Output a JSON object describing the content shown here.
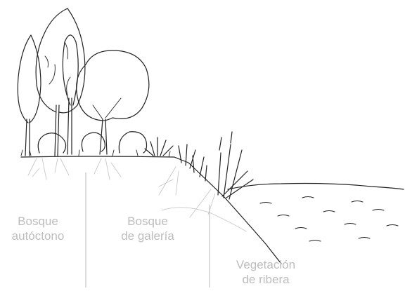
{
  "diagram": {
    "zones": [
      {
        "id": "bosque-autoctono",
        "lines": [
          "Bosque",
          "autóctono"
        ]
      },
      {
        "id": "bosque-galeria",
        "lines": [
          "Bosque",
          "de galería"
        ]
      },
      {
        "id": "vegetacion-ribera",
        "lines": [
          "Vegetación",
          "de ribera"
        ]
      }
    ],
    "colors": {
      "ink": "#222222",
      "label_gray": "#bdbdbd",
      "divider_gray": "#b8b8b8",
      "roots_gray": "#c8c8c8"
    }
  }
}
